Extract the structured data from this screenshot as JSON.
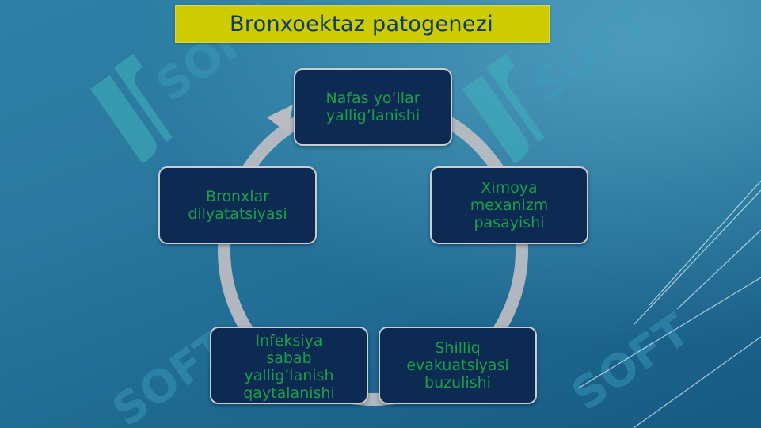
{
  "slide": {
    "title": "Bronxoektaz patogenezi"
  },
  "diagram": {
    "type": "cycle",
    "nodes": [
      {
        "label": "Nafas yo’llar\nyallig’lanishi"
      },
      {
        "label": "Ximoya\nmexanizm\npasayishi"
      },
      {
        "label": "Shilliq\nevakuatsiyasi\nbuzulishi"
      },
      {
        "label": "Infeksiya\nsabab\nyallig’lanish\nqaytalanishi"
      },
      {
        "label": "Bronxlar\ndilyatatsiyasi"
      }
    ]
  },
  "watermark": {
    "text": "SOFT",
    "icon": "soft-logo-icon"
  },
  "colors": {
    "background": "#2a789f",
    "title_fill": "#cccc00",
    "title_text": "#123a6a",
    "node_fill": "#0d2a52",
    "node_text": "#1aa04a",
    "ring": "#b9bcc2"
  }
}
